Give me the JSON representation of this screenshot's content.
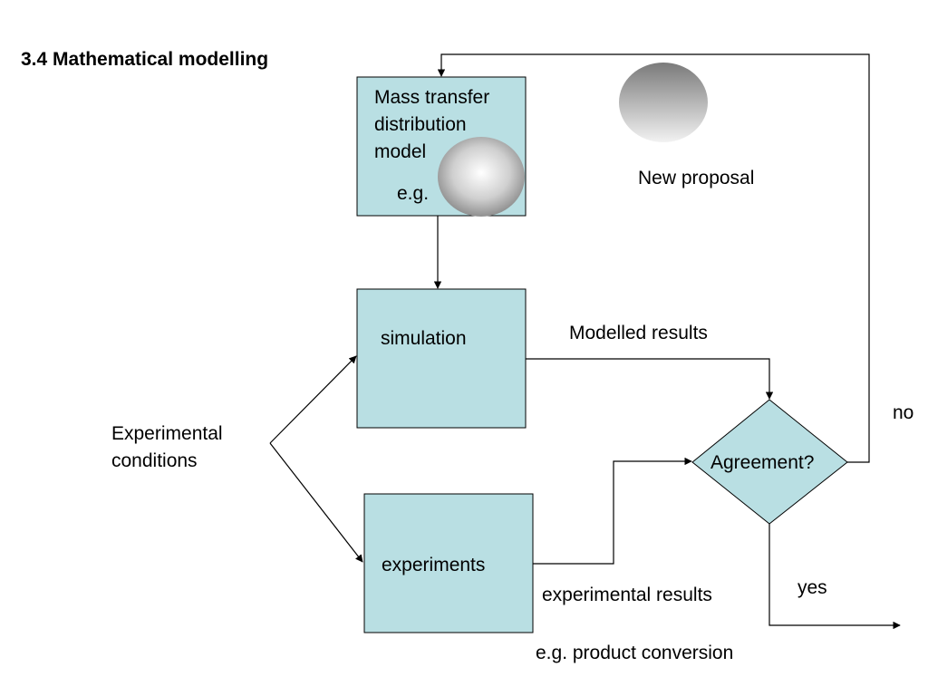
{
  "slide": {
    "title": "3.4 Mathematical modelling"
  },
  "boxes": {
    "model": {
      "line1": "Mass transfer",
      "line2": "distribution",
      "line3": "model",
      "example": "e.g."
    },
    "simulation": {
      "label": "simulation"
    },
    "experiments": {
      "label": "experiments"
    }
  },
  "decision": {
    "label": "Agreement?"
  },
  "labels": {
    "experimental_conditions_1": "Experimental",
    "experimental_conditions_2": "conditions",
    "modelled_results": "Modelled results",
    "experimental_results": "experimental results",
    "example_product": "e.g. product conversion",
    "new_proposal": "New proposal",
    "no": "no",
    "yes": "yes"
  },
  "colors": {
    "box_fill": "#b9dfe3",
    "stroke": "#000000"
  }
}
